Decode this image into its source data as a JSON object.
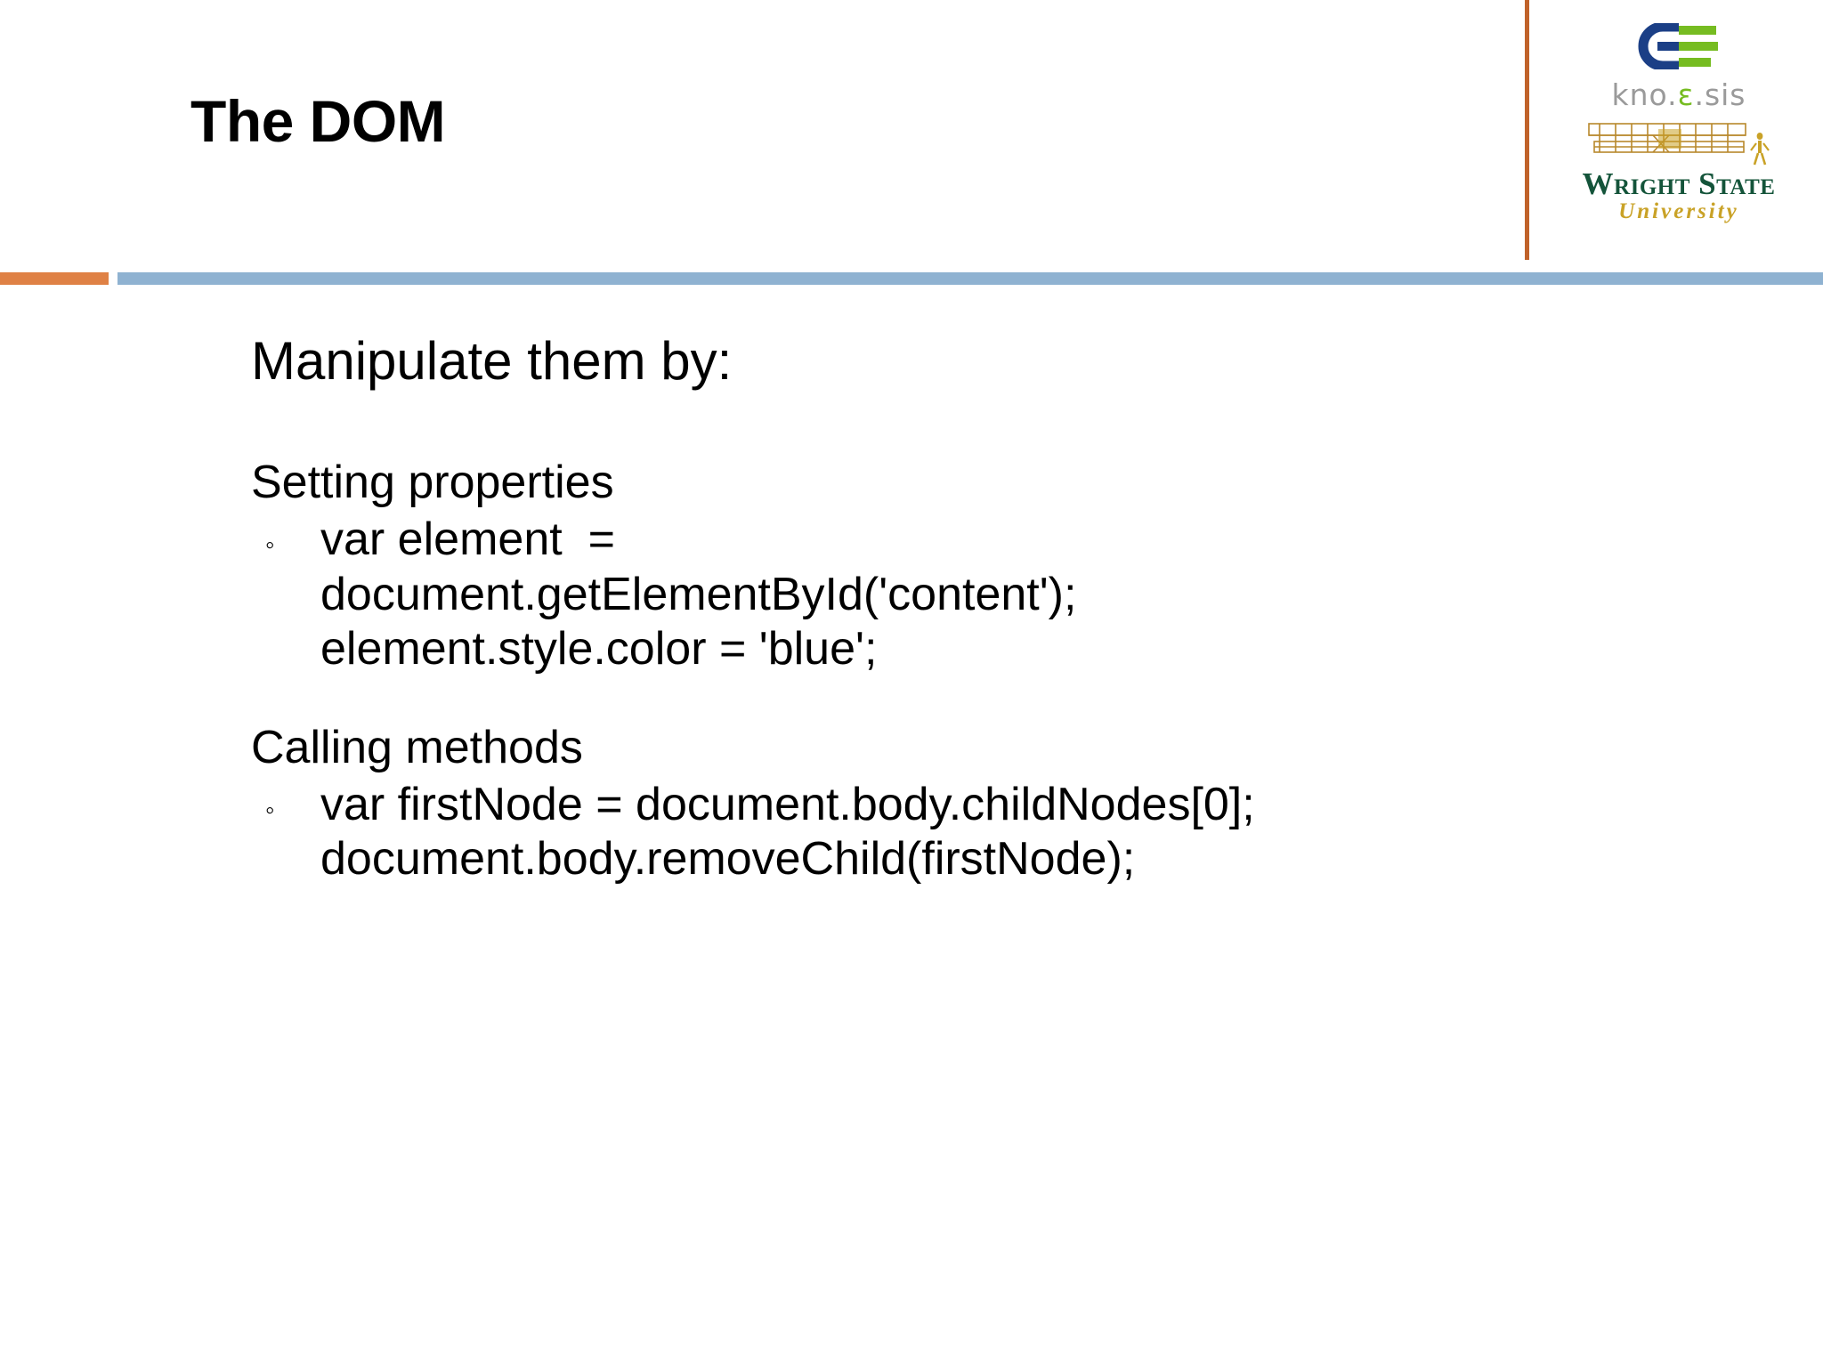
{
  "slide": {
    "title": "The DOM",
    "lead": "Manipulate them by:",
    "sections": [
      {
        "heading": "Setting properties",
        "bullet_glyph": "◦",
        "lines": [
          "var element  =",
          "document.getElementById('content');",
          "element.style.color = 'blue';"
        ]
      },
      {
        "heading": "Calling methods",
        "bullet_glyph": "◦",
        "lines": [
          "var firstNode = document.body.childNodes[0];",
          "document.body.removeChild(firstNode);"
        ]
      }
    ]
  },
  "branding": {
    "knoesis_wordmark_pre": "kno.",
    "knoesis_wordmark_accent": "ε",
    "knoesis_wordmark_post": ".sis",
    "university_name": "Wright State",
    "university_sub": "University"
  },
  "colors": {
    "accent_orange": "#df8145",
    "accent_orange_dark": "#c0622a",
    "accent_blue": "#8fb2d1",
    "knoesis_blue": "#1b3f86",
    "knoesis_green": "#76bc21",
    "wsu_green": "#14543a",
    "wsu_gold": "#c9a227",
    "text": "#000000",
    "background": "#ffffff"
  }
}
